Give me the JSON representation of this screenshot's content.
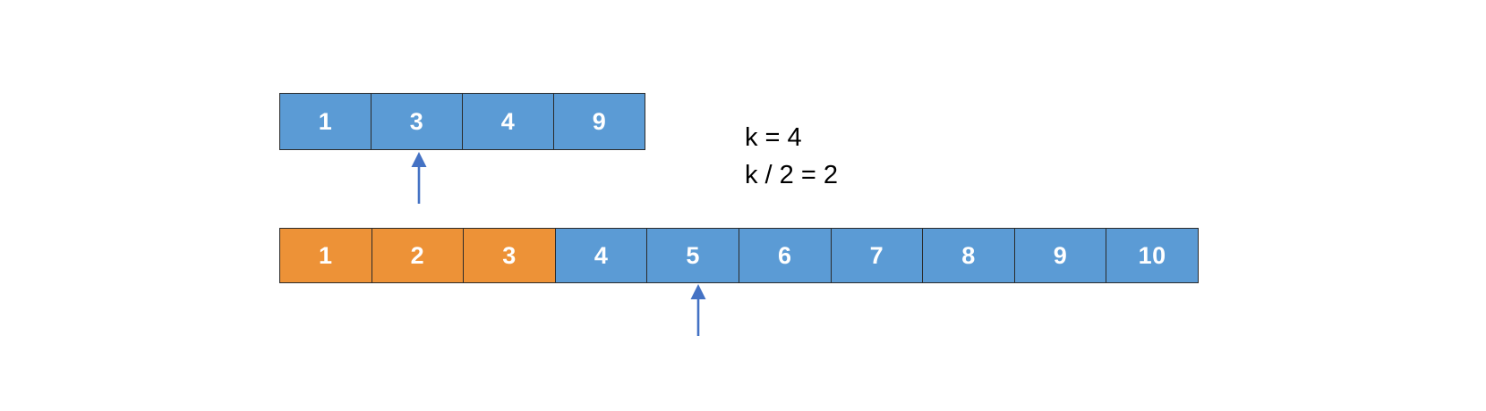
{
  "diagram": {
    "title": "binary-search-kth-element-step",
    "background_color": "#ffffff",
    "colors": {
      "blue": "#5B9BD5",
      "orange": "#ED9237",
      "border": "#2A2A2A",
      "arrow": "#4472C4",
      "text": "#000000"
    },
    "arrays": [
      {
        "name": "top-array",
        "cells": [
          {
            "value": "1",
            "fill": "blue"
          },
          {
            "value": "3",
            "fill": "blue"
          },
          {
            "value": "4",
            "fill": "blue"
          },
          {
            "value": "9",
            "fill": "blue"
          }
        ],
        "pointer": {
          "label": "pointer-top",
          "cell_index": 1,
          "direction": "up"
        }
      },
      {
        "name": "bottom-array",
        "cells": [
          {
            "value": "1",
            "fill": "orange"
          },
          {
            "value": "2",
            "fill": "orange"
          },
          {
            "value": "3",
            "fill": "orange"
          },
          {
            "value": "4",
            "fill": "blue"
          },
          {
            "value": "5",
            "fill": "blue"
          },
          {
            "value": "6",
            "fill": "blue"
          },
          {
            "value": "7",
            "fill": "blue"
          },
          {
            "value": "8",
            "fill": "blue"
          },
          {
            "value": "9",
            "fill": "blue"
          },
          {
            "value": "10",
            "fill": "blue"
          }
        ],
        "pointer": {
          "label": "pointer-bottom",
          "cell_index": 4,
          "direction": "up"
        }
      }
    ],
    "notes": {
      "line1": "k = 4",
      "line2": "k / 2 = 2"
    }
  }
}
